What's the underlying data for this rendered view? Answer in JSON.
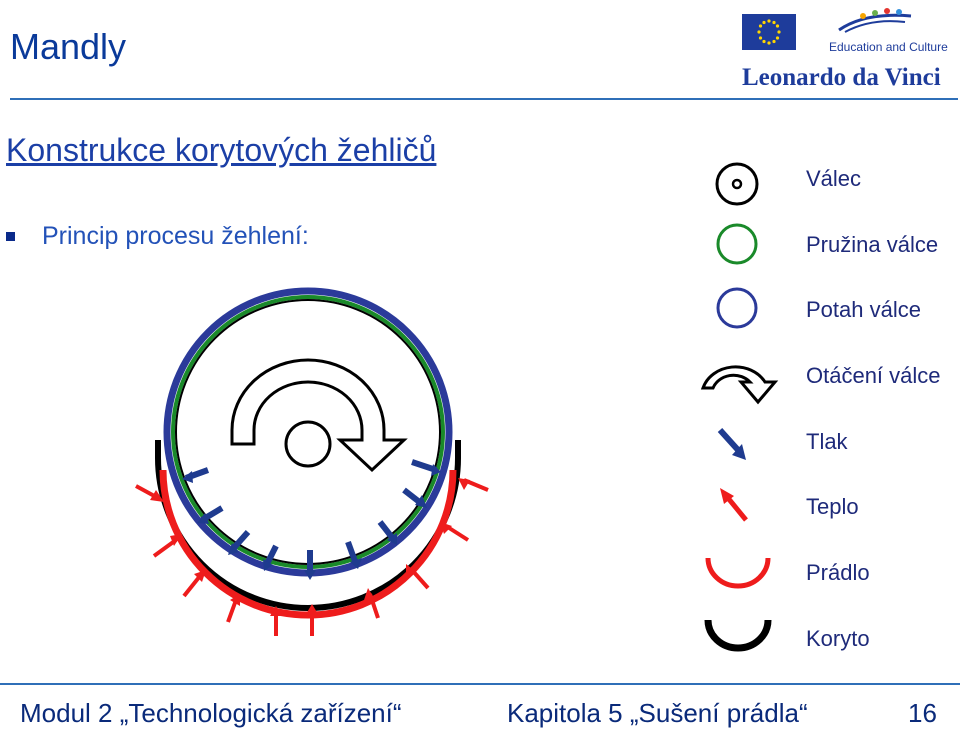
{
  "header": {
    "title": "Mandly",
    "logo_text": "Education and Culture",
    "programme_name": "Leonardo da Vinci"
  },
  "slide": {
    "title": "Konstrukce korytových žehličů",
    "bullet": "Princip procesu žehlení:"
  },
  "legend": [
    {
      "label": "Válec",
      "icon": "cylinder-icon"
    },
    {
      "label": "Pružina válce",
      "icon": "spring-icon"
    },
    {
      "label": "Potah válce",
      "icon": "cover-icon"
    },
    {
      "label": "Otáčení válce",
      "icon": "rotation-icon"
    },
    {
      "label": "Tlak",
      "icon": "pressure-arrow-icon"
    },
    {
      "label": "Teplo",
      "icon": "heat-arrow-icon"
    },
    {
      "label": "Prádlo",
      "icon": "laundry-arc-icon"
    },
    {
      "label": "Koryto",
      "icon": "trough-arc-icon"
    }
  ],
  "colors": {
    "cylinder": "#000000",
    "spring": "#1a8a2a",
    "cover": "#2b3a9a",
    "pressure": "#1f3b8f",
    "heat": "#ee1c1c",
    "laundry": "#ee1c1c",
    "trough": "#000000",
    "title": "#1b3fa6",
    "rule": "#2f6fb8"
  },
  "footer": {
    "module": "Modul 2 „Technologická zařízení“",
    "chapter": "Kapitola 5 „Sušení prádla“",
    "page": "16"
  }
}
